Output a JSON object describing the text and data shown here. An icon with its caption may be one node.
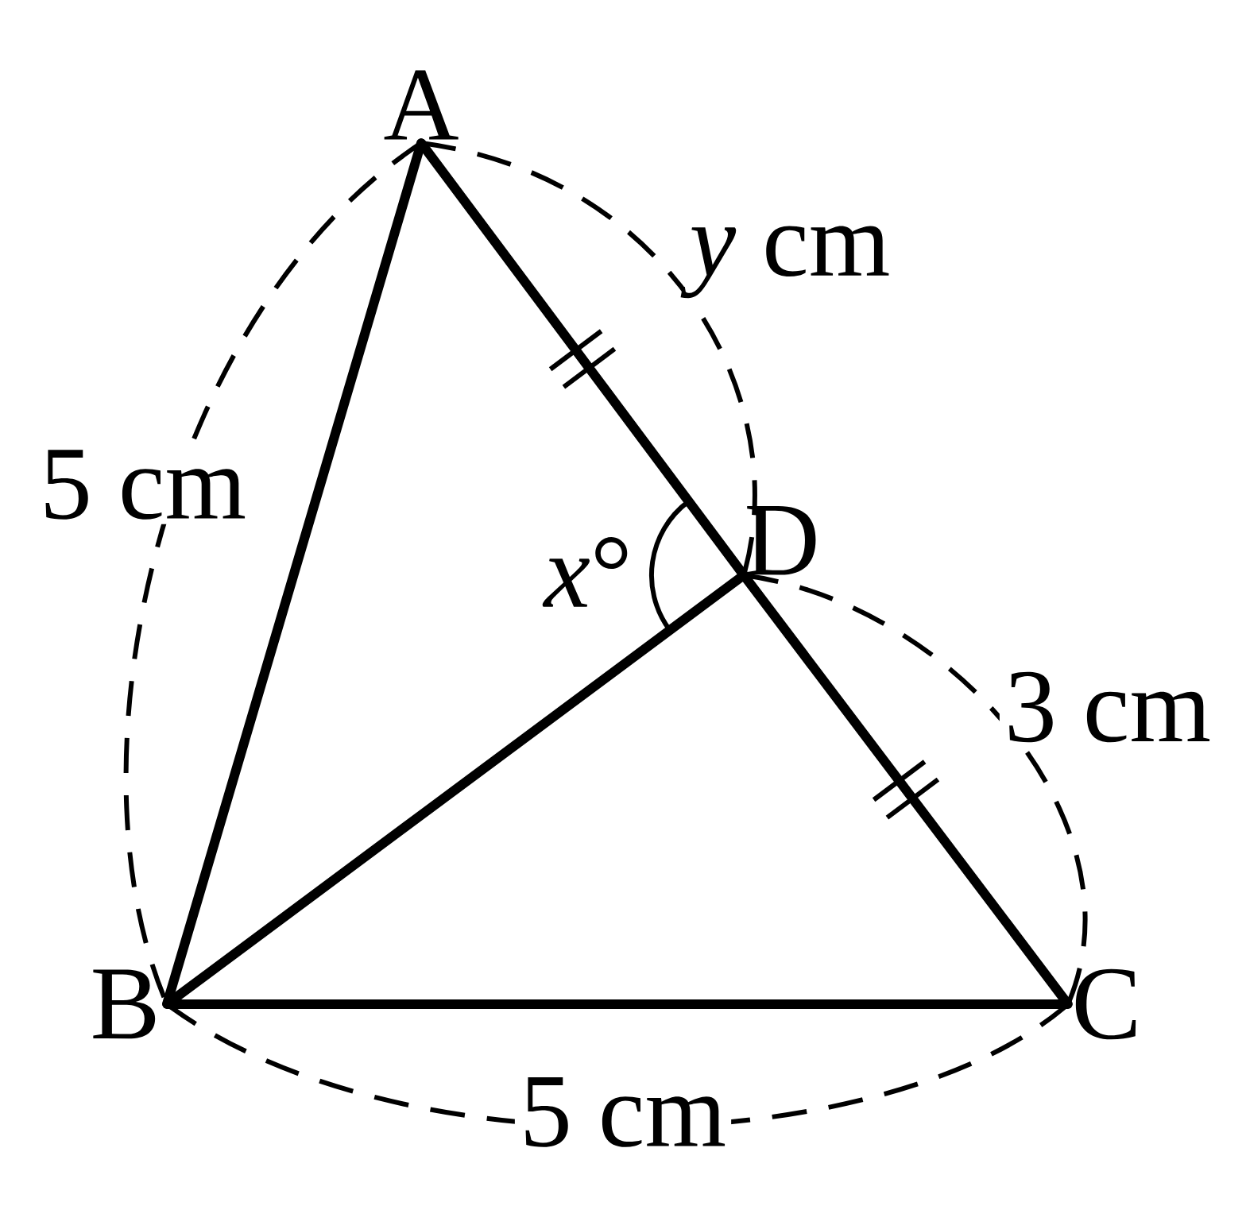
{
  "diagram": {
    "nodes": [
      {
        "text": [
          "A"
        ]
      },
      {
        "text": [
          "B"
        ]
      },
      {
        "text": [
          "C"
        ]
      },
      {
        "text": [
          "D"
        ]
      }
    ],
    "edges": [
      {
        "from": 0,
        "to": 1,
        "arrow": "none"
      },
      {
        "from": 0,
        "to": 3,
        "arrow": "none"
      },
      {
        "from": 3,
        "to": 2,
        "arrow": "none"
      },
      {
        "from": 1,
        "to": 2,
        "arrow": "none"
      },
      {
        "from": 1,
        "to": 3,
        "arrow": "none"
      }
    ],
    "labels": [
      "*y* cm",
      "5 cm",
      "*x*°",
      "3 cm",
      "5 cm"
    ]
  }
}
